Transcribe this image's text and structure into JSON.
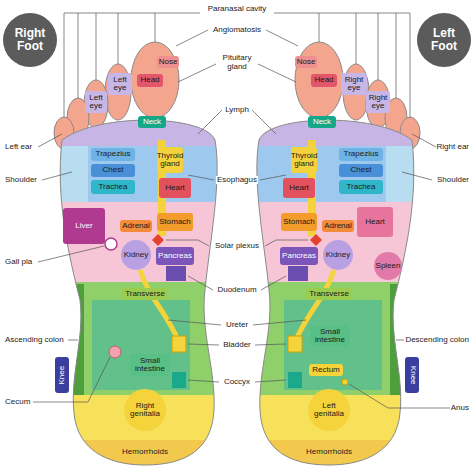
{
  "diagram": {
    "nodes": [
      {
        "text": [
          "Right Foot"
        ]
      },
      {
        "text": [
          "Left Foot"
        ]
      },
      {
        "text": [
          "Nose"
        ]
      },
      {
        "text": [
          "Head"
        ]
      },
      {
        "text": [
          "Left eye"
        ]
      },
      {
        "text": [
          "Left eye"
        ]
      },
      {
        "text": [
          "Neck"
        ]
      },
      {
        "text": [
          "Trapezius"
        ]
      },
      {
        "text": [
          "Thyroid gland"
        ]
      },
      {
        "text": [
          "Chest"
        ]
      },
      {
        "text": [
          "Trachea"
        ]
      },
      {
        "text": [
          "Heart"
        ]
      },
      {
        "text": [
          "Liver"
        ]
      },
      {
        "text": [
          "Adrenal"
        ]
      },
      {
        "text": [
          "Stomach"
        ]
      },
      {
        "text": [
          "Kidney"
        ]
      },
      {
        "text": [
          "Pancreas"
        ]
      },
      {
        "text": [
          "Transverse"
        ]
      },
      {
        "text": [
          "Small intestine"
        ]
      },
      {
        "text": [
          "Knee"
        ]
      },
      {
        "text": [
          "Right genitalia"
        ]
      },
      {
        "text": [
          "Nose"
        ]
      },
      {
        "text": [
          "Head"
        ]
      },
      {
        "text": [
          "Right eye"
        ]
      },
      {
        "text": [
          "Right eye"
        ]
      },
      {
        "text": [
          "Neck"
        ]
      },
      {
        "text": [
          "Thyroid gland"
        ]
      },
      {
        "text": [
          "Trapezius"
        ]
      },
      {
        "text": [
          "Chest"
        ]
      },
      {
        "text": [
          "Heart"
        ]
      },
      {
        "text": [
          "Trachea"
        ]
      },
      {
        "text": [
          "Heart"
        ]
      },
      {
        "text": [
          "Stomach"
        ]
      },
      {
        "text": [
          "Adrenal"
        ]
      },
      {
        "text": [
          "Kidney"
        ]
      },
      {
        "text": [
          "Pancreas"
        ]
      },
      {
        "text": [
          "Spleen"
        ]
      },
      {
        "text": [
          "Transverse"
        ]
      },
      {
        "text": [
          "Small intestine"
        ]
      },
      {
        "text": [
          "Rectum"
        ]
      },
      {
        "text": [
          "Knee"
        ]
      },
      {
        "text": [
          "Left genitalia"
        ]
      }
    ],
    "labels": [
      "Paranasal cavity",
      "Angiomatosis",
      "Pituitary gland",
      "Lymph",
      "Esophagus",
      "Solar plexus",
      "Duodenum",
      "Ureter",
      "Bladder",
      "Coccyx",
      "Left ear",
      "Shoulder",
      "Gall pla",
      "Ascending colon",
      "Cecum",
      "Right ear",
      "Shoulder",
      "Descending colon",
      "Anus",
      "Hemorrhoids",
      "Hemorrhoids"
    ]
  }
}
